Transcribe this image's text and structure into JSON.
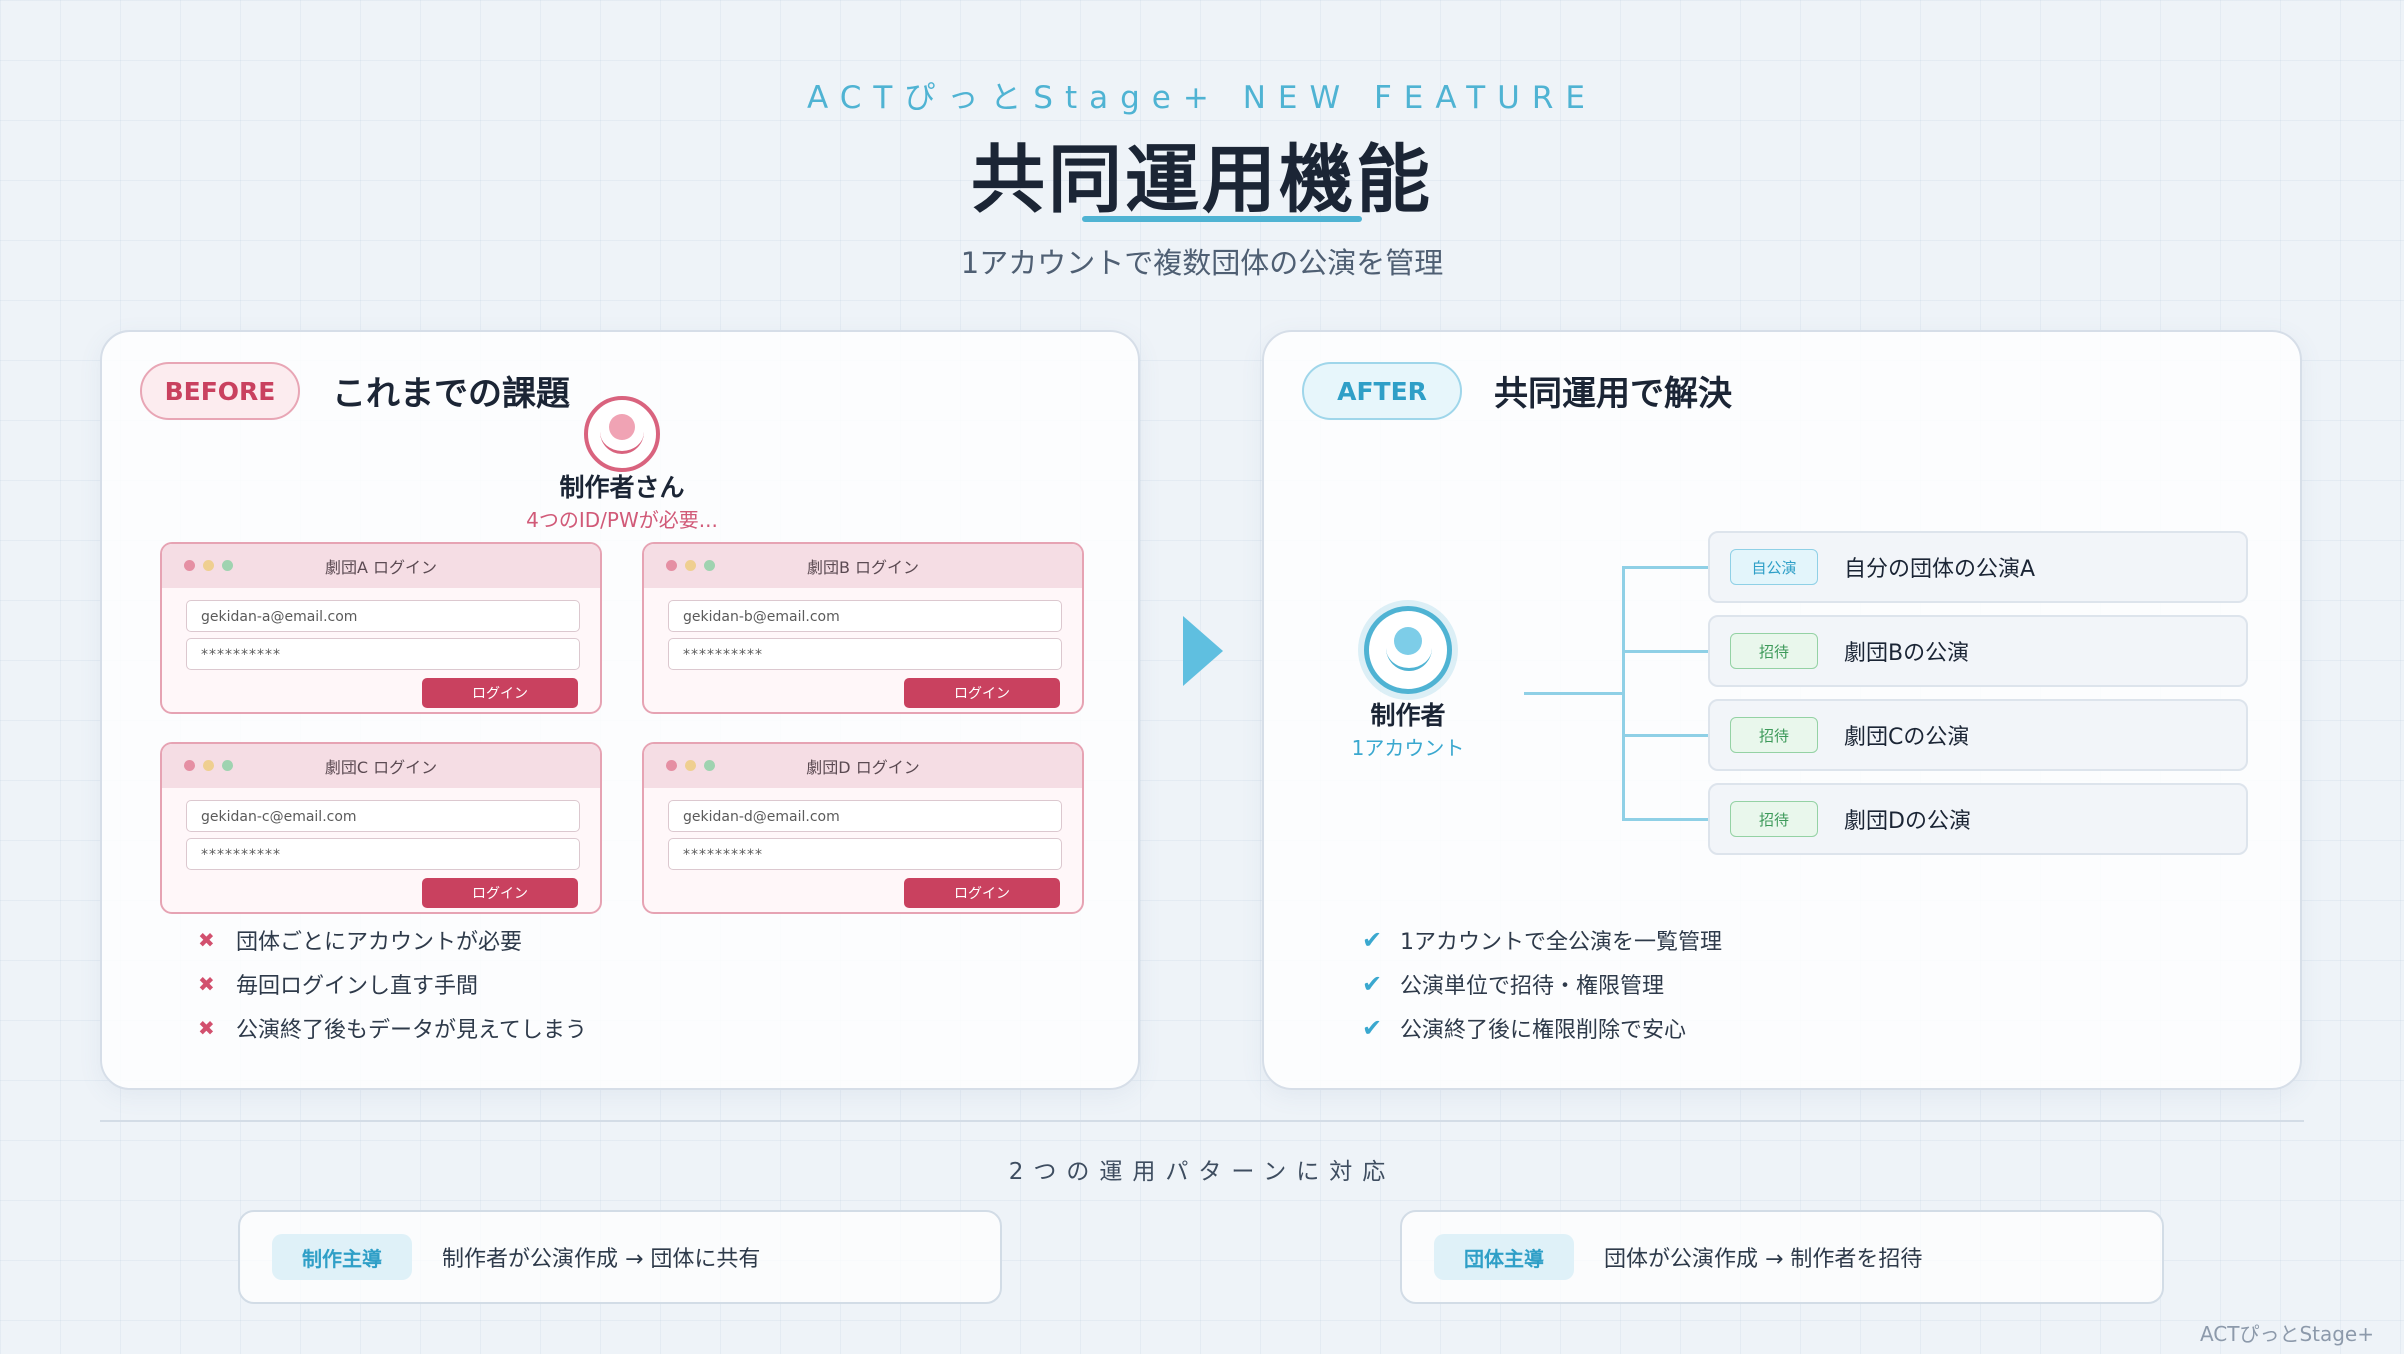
{
  "header": {
    "eyebrow": "ACTぴっとStage+ NEW FEATURE",
    "title": "共同運用機能",
    "subtitle": "1アカウントで複数団体の公演を管理"
  },
  "before": {
    "badge": "BEFORE",
    "title": "これまでの課題",
    "person_name": "制作者さん",
    "person_note": "4つのID/PWが必要...",
    "logins": [
      {
        "title": "劇団A ログイン",
        "email": "gekidan-a@email.com",
        "password": "**********",
        "button": "ログイン"
      },
      {
        "title": "劇団B ログイン",
        "email": "gekidan-b@email.com",
        "password": "**********",
        "button": "ログイン"
      },
      {
        "title": "劇団C ログイン",
        "email": "gekidan-c@email.com",
        "password": "**********",
        "button": "ログイン"
      },
      {
        "title": "劇団D ログイン",
        "email": "gekidan-d@email.com",
        "password": "**********",
        "button": "ログイン"
      }
    ],
    "issues": [
      "団体ごとにアカウントが必要",
      "毎回ログインし直す手間",
      "公演終了後もデータが見えてしまう"
    ]
  },
  "after": {
    "badge": "AFTER",
    "title": "共同運用で解決",
    "person_name": "制作者",
    "person_note": "1アカウント",
    "performances": [
      {
        "tag": "自公演",
        "label": "自分の団体の公演A"
      },
      {
        "tag": "招待",
        "label": "劇団Bの公演"
      },
      {
        "tag": "招待",
        "label": "劇団Cの公演"
      },
      {
        "tag": "招待",
        "label": "劇団Dの公演"
      }
    ],
    "benefits": [
      "1アカウントで全公演を一覧管理",
      "公演単位で招待・権限管理",
      "公演終了後に権限削除で安心"
    ]
  },
  "patterns": {
    "title": "2つの運用パターンに対応",
    "items": [
      {
        "tag": "制作主導",
        "text": "制作者が公演作成 → 団体に共有"
      },
      {
        "tag": "団体主導",
        "text": "団体が公演作成 → 制作者を招待"
      }
    ]
  },
  "footer": {
    "brand": "ACTぴっとStage+"
  },
  "colors": {
    "accent_blue": "#4fb3d3",
    "accent_red": "#c9415f",
    "invite_green": "#3d9a5a"
  },
  "icons": {
    "issue": "cross-icon",
    "benefit": "check-icon",
    "arrow": "arrow-right-icon"
  }
}
